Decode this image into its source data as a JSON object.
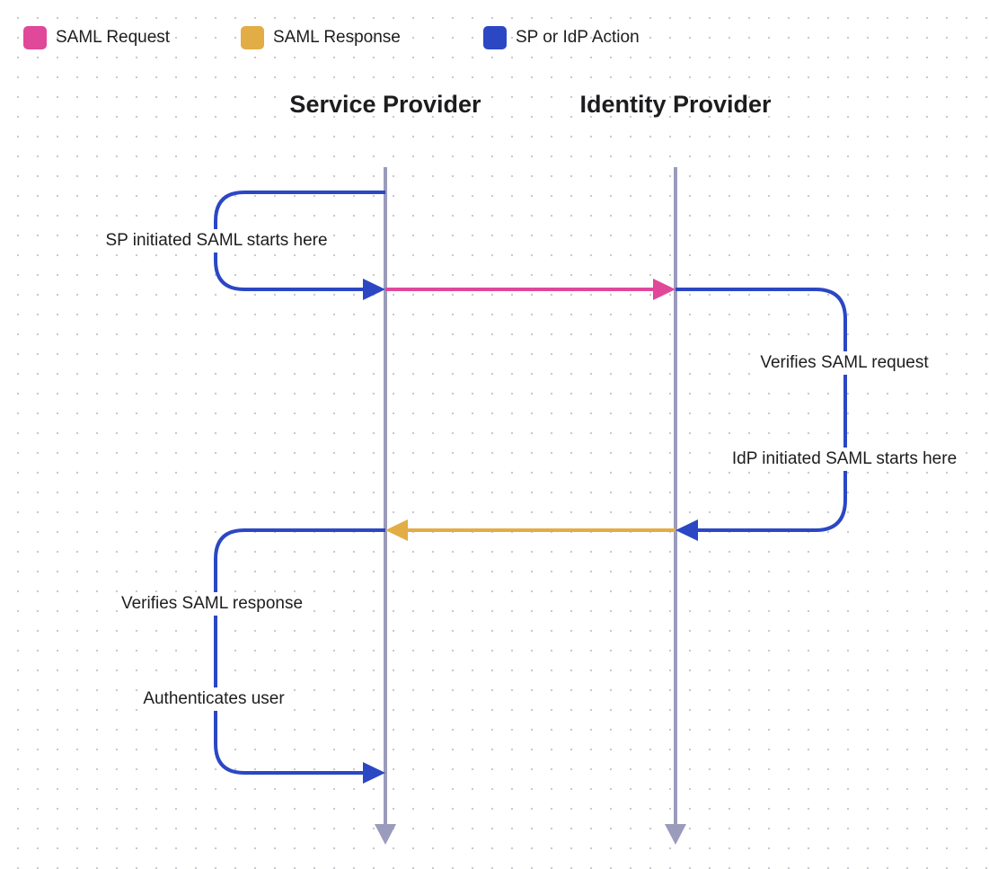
{
  "legend": [
    {
      "label": "SAML Request",
      "color": "#e0489a"
    },
    {
      "label": "SAML Response",
      "color": "#e3ad45"
    },
    {
      "label": "SP or IdP Action",
      "color": "#2b47c4"
    }
  ],
  "lanes": {
    "service_provider": "Service Provider",
    "identity_provider": "Identity Provider"
  },
  "steps": {
    "sp_start": "SP initiated SAML starts here",
    "verify_request": "Verifies SAML request",
    "idp_start": "IdP initiated SAML starts here",
    "verify_response": "Verifies SAML response",
    "authenticate": "Authenticates user"
  },
  "colors": {
    "lifeline": "#9b9bbb",
    "request": "#e0489a",
    "response": "#e3ad45",
    "action": "#2b47c4"
  }
}
